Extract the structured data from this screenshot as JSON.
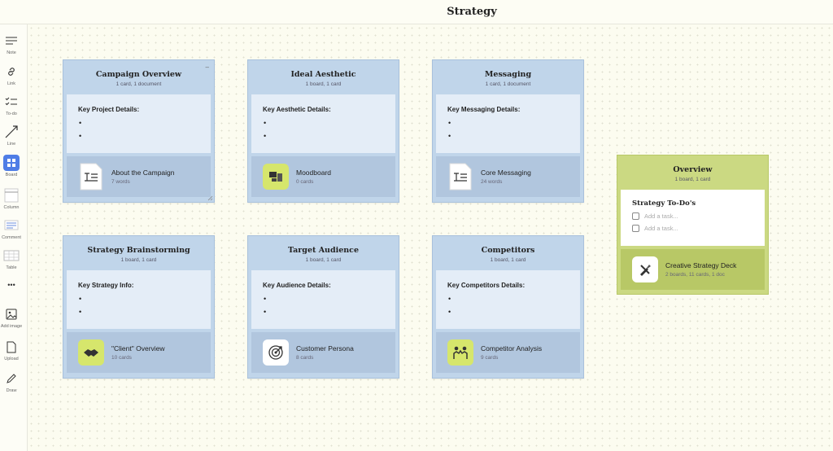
{
  "page": {
    "title": "Strategy"
  },
  "toolbar": {
    "note": "Note",
    "link": "Link",
    "todo": "To-do",
    "line": "Line",
    "board": "Board",
    "column": "Column",
    "comment": "Comment",
    "table": "Table",
    "more": "•••",
    "add_image": "Add image",
    "upload": "Upload",
    "draw": "Draw"
  },
  "boards": [
    {
      "title": "Campaign Overview",
      "subtitle": "1 card, 1 document",
      "note_title": "Key Project Details:",
      "card_name": "About the Campaign",
      "card_meta": "7 words",
      "card_icon": "document-icon"
    },
    {
      "title": "Ideal Aesthetic",
      "subtitle": "1 board, 1 card",
      "note_title": "Key Aesthetic Details:",
      "card_name": "Moodboard",
      "card_meta": "0 cards",
      "card_icon": "moodboard-icon"
    },
    {
      "title": "Messaging",
      "subtitle": "1 card, 1 document",
      "note_title": "Key Messaging Details:",
      "card_name": "Core Messaging",
      "card_meta": "24 words",
      "card_icon": "document-icon"
    },
    {
      "title": "Strategy Brainstorming",
      "subtitle": "1 board, 1 card",
      "note_title": "Key Strategy Info:",
      "card_name": "\"Client\" Overview",
      "card_meta": "10 cards",
      "card_icon": "handshake-icon"
    },
    {
      "title": "Target Audience",
      "subtitle": "1 board, 1 card",
      "note_title": "Key Audience Details:",
      "card_name": "Customer Persona",
      "card_meta": "8 cards",
      "card_icon": "target-icon"
    },
    {
      "title": "Competitors",
      "subtitle": "1 board, 1 card",
      "note_title": "Key Competitors Details:",
      "card_name": "Competitor Analysis",
      "card_meta": "9 cards",
      "card_icon": "people-icon"
    }
  ],
  "bullet": "•",
  "overview": {
    "title": "Overview",
    "subtitle": "1 board, 1 card",
    "todo_title": "Strategy To-Do's",
    "tasks": [
      "Add a task...",
      "Add a task..."
    ],
    "card_name": "Creative Strategy Deck",
    "card_meta": "2 boards, 11 cards, 1 doc",
    "card_icon": "brush-icon"
  },
  "colors": {
    "board_bg": "#c0d5ea",
    "overview_bg": "#cbd982",
    "accent": "#4f7de6"
  }
}
